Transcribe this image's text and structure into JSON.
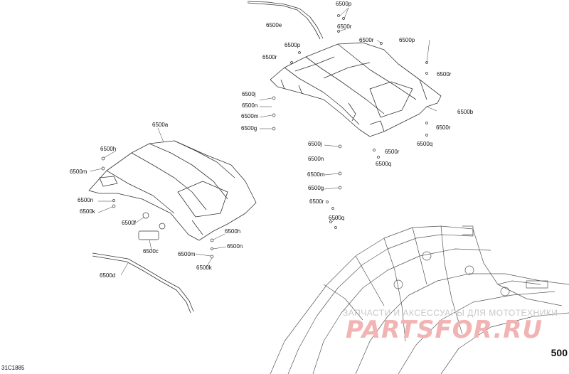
{
  "page_number": "500",
  "reference_code": "31C1885",
  "watermark": {
    "text": "ЗАПЧАСТИ И АКСЕССУАРЫ ДЛЯ МОТОТЕХНИКИ",
    "logo": "PARTSFOR.RU"
  },
  "colors": {
    "line": "#333333",
    "watermark_logo": "#f2b3b3",
    "watermark_text": "#c8c8c8"
  },
  "parts": {
    "p6500a": "6500a",
    "p6500b": "6500b",
    "p6500c": "6500c",
    "p6500d": "6500d",
    "p6500e": "6500e",
    "p6500f": "6500f",
    "p6500g": "6500g",
    "p6500h": "6500h",
    "p6500j": "6500j",
    "p6500k": "6500k",
    "p6500m": "6500m",
    "p6500n": "6500n",
    "p6500p": "6500p",
    "p6500q": "6500q",
    "p6500r": "6500r"
  }
}
